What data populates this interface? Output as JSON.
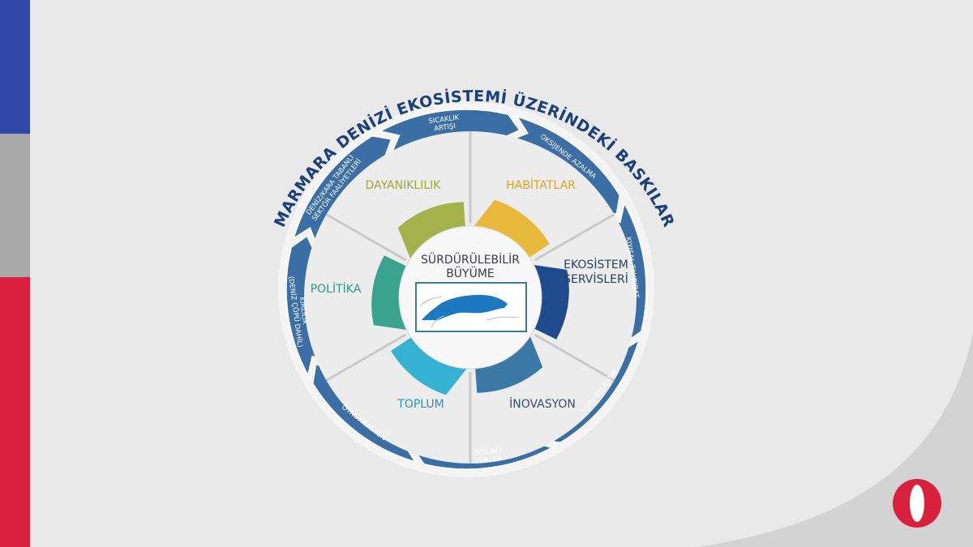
{
  "title": "MARMARA DENİZİ EKOSİSTEMİ ÜZERİNDEKİ BASKILAR",
  "center": {
    "line1": "SÜRDÜRÜLEBİLİR",
    "line2": "BÜYÜME"
  },
  "ring_items": [
    {
      "id": "sicaklik",
      "lines": [
        "SICAKLIK",
        "ARTIŞI"
      ]
    },
    {
      "id": "oksijen",
      "lines": [
        "OKSİJENDE AZALMA"
      ]
    },
    {
      "id": "kiyisal",
      "lines": [
        "KIYISAL TAHRİBAT"
      ]
    },
    {
      "id": "asiri",
      "lines": [
        "AŞIRI AVLANMA"
      ]
    },
    {
      "id": "istilaci",
      "lines": [
        "İSTİLACI",
        "TÜRLER"
      ]
    },
    {
      "id": "otrofikasyon",
      "lines": [
        "ÖTROFİKASYON"
      ]
    },
    {
      "id": "kirlilik",
      "lines": [
        "KİRLİLİK",
        "(DENİZ ÇÖPÜ DAHİL)"
      ]
    },
    {
      "id": "deniz-kara",
      "lines": [
        "DENİZ/KARA TABANLI",
        "SEKTÖR FAALİYETLERİ"
      ]
    }
  ],
  "petals": [
    {
      "id": "habitatlar",
      "label": [
        "HABİTATLAR"
      ],
      "color": "#e8b93a",
      "text_color": "#d6a52a"
    },
    {
      "id": "ekosistem",
      "label": [
        "EKOSİSTEM",
        "SERVİSLERİ"
      ],
      "color": "#1f4a8c",
      "text_color": "#27415e"
    },
    {
      "id": "inovasyon",
      "label": [
        "İNOVASYON"
      ],
      "color": "#3a79a6",
      "text_color": "#3a4f6a"
    },
    {
      "id": "toplum",
      "label": [
        "TOPLUM"
      ],
      "color": "#35b1d2",
      "text_color": "#2f92c0"
    },
    {
      "id": "politika",
      "label": [
        "POLİTİKA"
      ],
      "color": "#3aa38e",
      "text_color": "#2f9a87"
    },
    {
      "id": "dayaniklilik",
      "label": [
        "DAYANIKLILIK"
      ],
      "color": "#a3b24a",
      "text_color": "#a0a63e"
    }
  ],
  "colors": {
    "ring": "#3a6ea5",
    "ring_dark": "#2d5b8f",
    "title": "#1b3f7c",
    "map_water": "#1c78c0",
    "logo_red": "#d9203c"
  }
}
